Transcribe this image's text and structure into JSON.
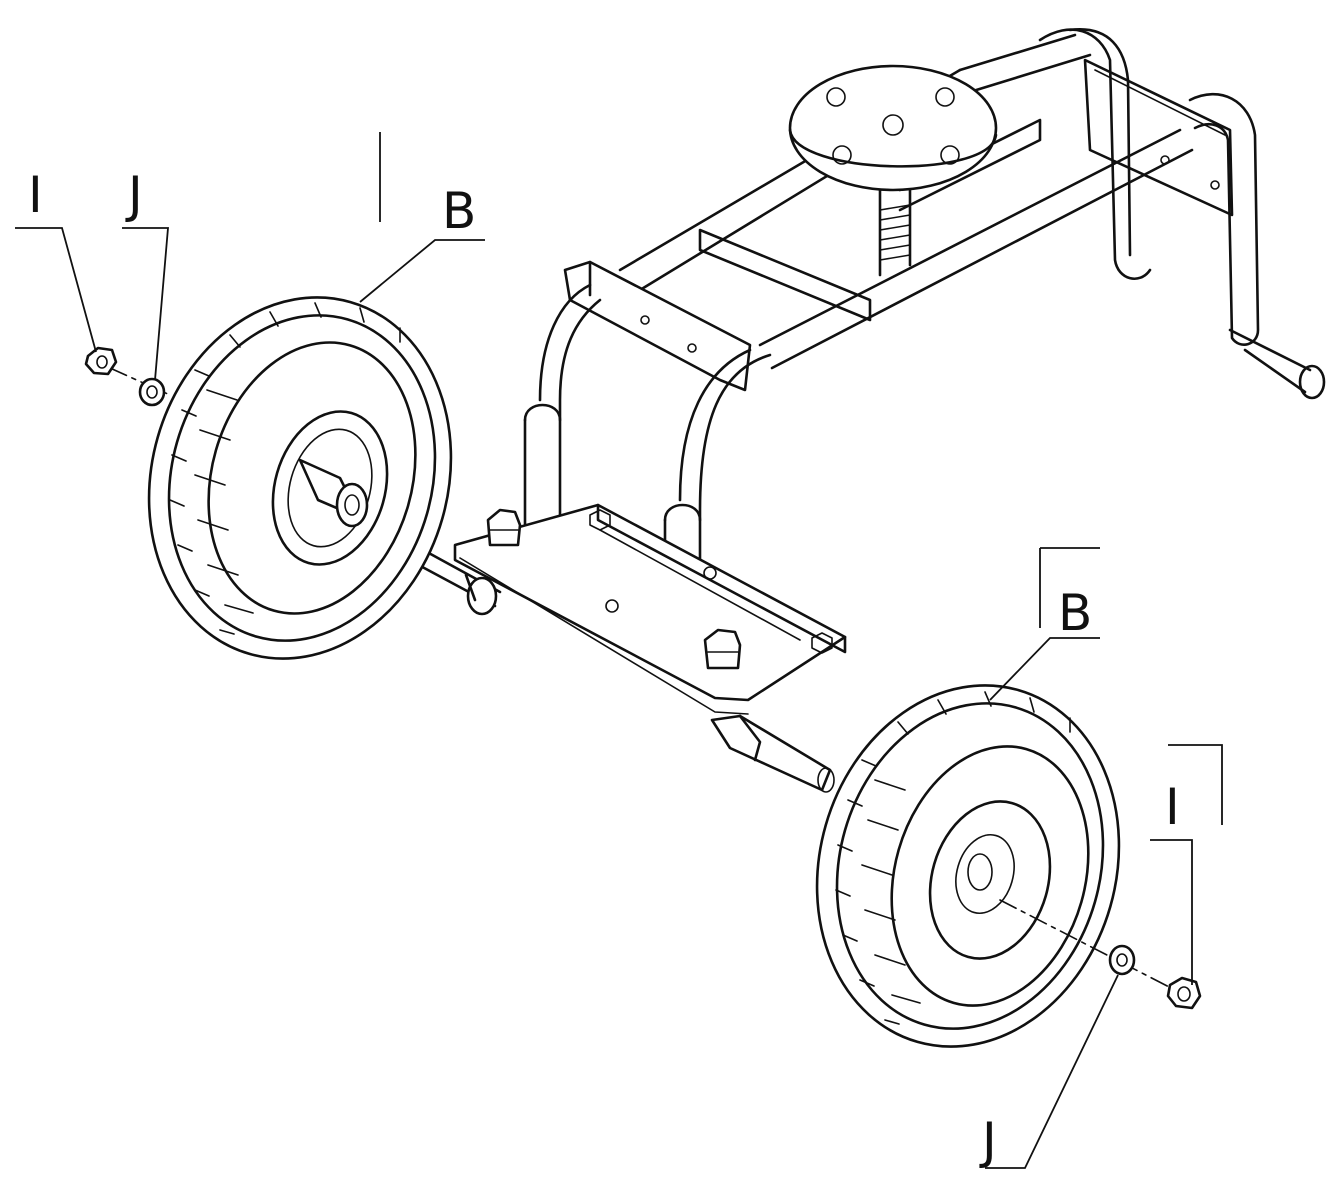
{
  "callouts": [
    {
      "id": "i-left",
      "letter": "I"
    },
    {
      "id": "j-left",
      "letter": "J"
    },
    {
      "id": "b-left",
      "letter": "B"
    },
    {
      "id": "b-right",
      "letter": "B"
    },
    {
      "id": "i-right",
      "letter": "I"
    },
    {
      "id": "j-right",
      "letter": "J"
    }
  ],
  "colors": {
    "line": "#111111",
    "background": "#ffffff"
  },
  "icons": [
    "hex-nut-icon",
    "washer-icon",
    "wheel-icon",
    "axle-icon",
    "frame-icon"
  ]
}
